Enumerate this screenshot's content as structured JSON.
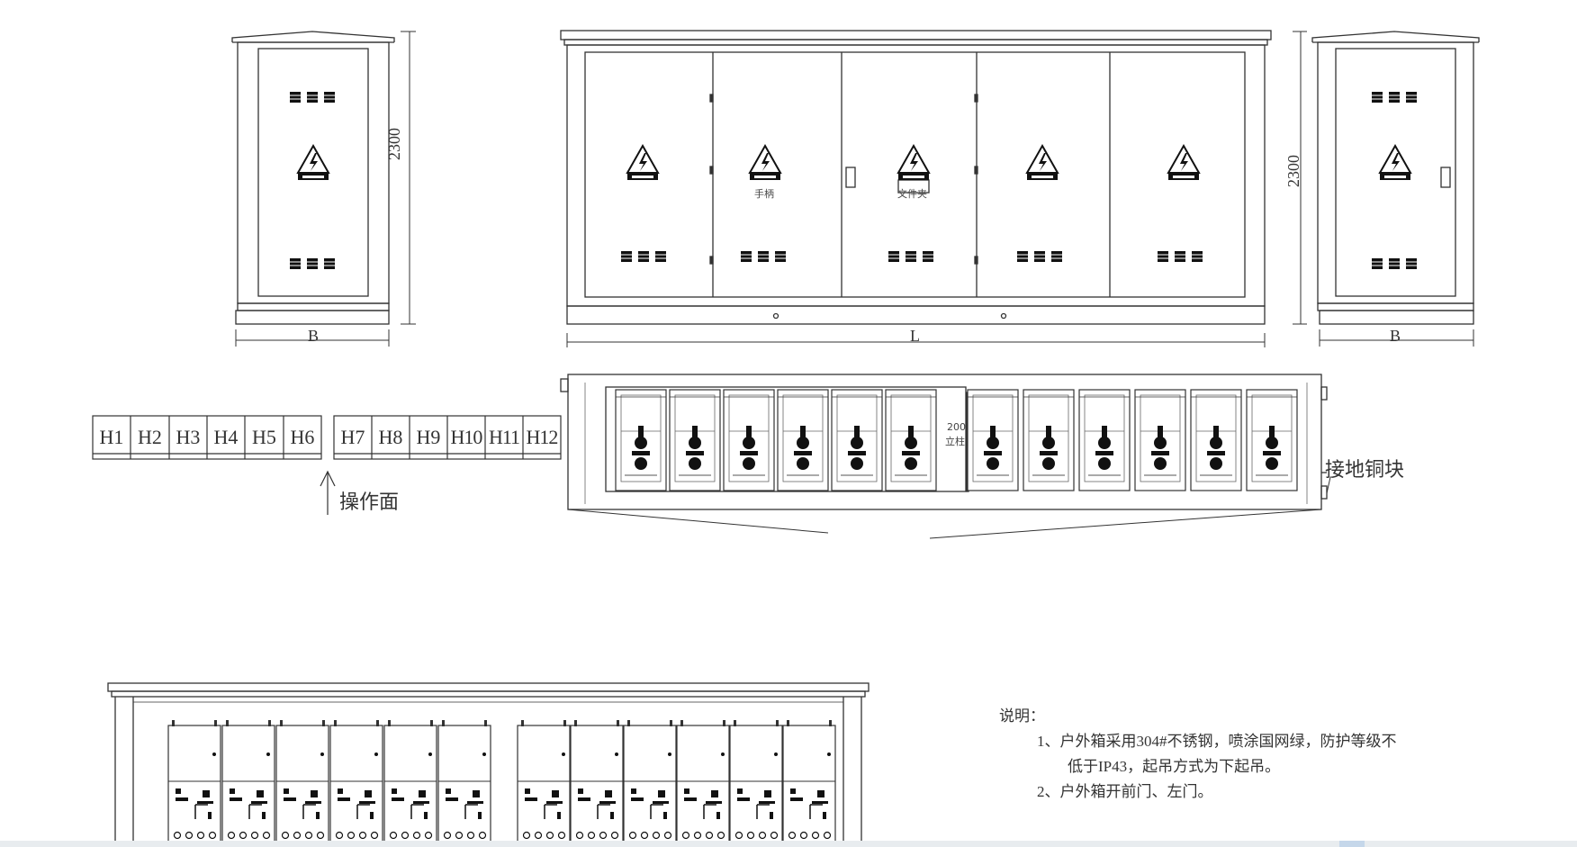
{
  "dimensions": {
    "height_left": "2300",
    "height_right": "2300",
    "width_left": "B",
    "width_right": "B",
    "length": "L"
  },
  "door_labels": {
    "door2": "手柄",
    "door3": "文件夹"
  },
  "slots_left": [
    "H1",
    "H2",
    "H3",
    "H4",
    "H5",
    "H6"
  ],
  "slots_right": [
    "H7",
    "H8",
    "H9",
    "H10",
    "H11",
    "H12"
  ],
  "operation_face": "操作面",
  "plan": {
    "pillar_size": "200",
    "pillar_label": "立柱",
    "ground_label": "接地铜块"
  },
  "notes": {
    "heading": "说明：",
    "line1": "1、户外箱采用304#不锈钢，喷涂国网绿，防护等级不",
    "line2": "低于IP43，起吊方式为下起吊。",
    "line3": "2、户外箱开前门、左门。"
  }
}
